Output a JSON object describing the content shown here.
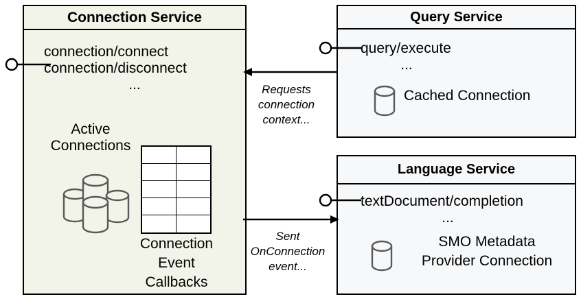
{
  "diagram": {
    "title": "Connection Service interaction diagram",
    "background": "#ffffff"
  },
  "colors": {
    "connection_service_fill": "#f2f4e9",
    "query_service_fill": "#f7f8fa",
    "language_service_fill": "#f7f8fa",
    "border": "#000000",
    "cylinder_stroke": "#595959",
    "table_fill": "#ffffff"
  },
  "components": {
    "connection_service": {
      "title": "Connection Service",
      "operations": [
        "connection/connect",
        "connection/disconnect"
      ],
      "operations_ellipsis": "...",
      "active_connections_label_line1": "Active",
      "active_connections_label_line2": "Connections",
      "callbacks_label_line1": "Connection",
      "callbacks_label_line2": "Event",
      "callbacks_label_line3": "Callbacks",
      "interface_name": "",
      "table": {
        "columns": 2,
        "rows": 5
      },
      "cylinder_count": 4
    },
    "query_service": {
      "title": "Query Service",
      "operations": [
        "query/execute"
      ],
      "operations_ellipsis": "...",
      "data_label": "Cached Connection",
      "cylinder_count": 1
    },
    "language_service": {
      "title": "Language Service",
      "operations": [
        "textDocument/completion"
      ],
      "operations_ellipsis": "...",
      "data_label_line1": "SMO Metadata",
      "data_label_line2": "Provider Connection",
      "cylinder_count": 1
    }
  },
  "connectors": {
    "requests_context": {
      "label_line1": "Requests",
      "label_line2": "connection",
      "label_line3": "context...",
      "direction": "right-to-left",
      "from": "query_service",
      "to": "connection_service"
    },
    "sent_onconnection": {
      "label_line1": "Sent",
      "label_line2": "OnConnection",
      "label_line3": "event...",
      "direction": "left-to-right",
      "from": "connection_service",
      "to": "language_service"
    }
  }
}
